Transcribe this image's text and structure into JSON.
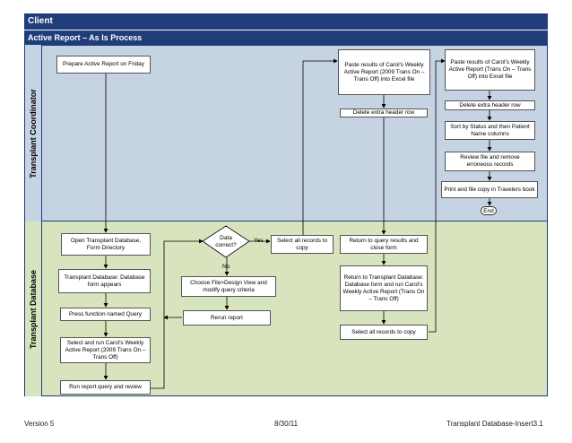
{
  "header": {
    "title": "Client",
    "subtitle": "Active Report  – As Is Process"
  },
  "lanes": {
    "coordinator": "Transplant Coordinator",
    "database": "Transplant Database"
  },
  "boxes": {
    "prepare": "Prepare Active Report on Friday",
    "paste_2009": "Paste results of Carol’s Weekly Active Report (2009 Trans On – Trans Off) into Excel file",
    "paste_on": "Paste results of Carol’s Weekly Active Report (Trans On – Trans Off) into Excel file",
    "delete_header_1": "Delete extra header row",
    "delete_header_2": "Delete extra header row",
    "sort": "Sort by Status and then Patient Name columns",
    "review": "Review file and remove erroneous records",
    "print": "Print and file copy in Travelers book",
    "end": "End",
    "open_db": "Open Transplant Database, Form Directory",
    "db_form": "Transplant Database: Database form appears",
    "press_query": "Press function named Query",
    "select_run": "Select and run Carol’s Weekly Active Report (2009 Trans On – Trans Off)",
    "run_review": "Run report query and review",
    "data_correct": "Data correct?",
    "yes": "Yes",
    "no": "No",
    "choose_design": "Choose File>Design View and modify query criteria",
    "rerun": "Rerun report",
    "select_all_1": "Select all records to copy",
    "return_query": "Return to query results and close form",
    "return_db": "Return to Transplant Database: Database form and run Carol’s Weekly Active Report (Trans On – Trans Off)",
    "select_all_2": "Select all records to copy"
  },
  "footer": {
    "version": "Version 5",
    "date": "8/30/11",
    "doc": "Transplant Database-Insert3.1"
  },
  "colors": {
    "header": "#1f3d7a",
    "coordinator_lane": "#c6d3e3",
    "database_lane": "#d7e4bd"
  }
}
